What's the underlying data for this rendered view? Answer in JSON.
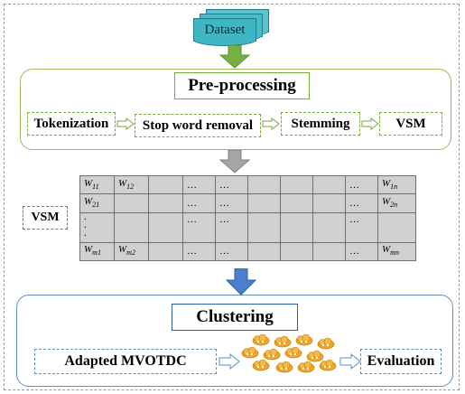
{
  "dataset": {
    "label": "Dataset"
  },
  "preprocessing": {
    "title": "Pre-processing",
    "steps": [
      "Tokenization",
      "Stop word removal",
      "Stemming",
      "VSM"
    ]
  },
  "vsm": {
    "label": "VSM",
    "rows": [
      [
        "W11",
        "W12",
        "",
        "…",
        "…",
        "",
        "",
        "",
        "…",
        "W1n"
      ],
      [
        "W21",
        "",
        "",
        "…",
        "…",
        "",
        "",
        "",
        "…",
        "W2n"
      ],
      [
        "⋮",
        "",
        "",
        "…",
        "…",
        "",
        "",
        "",
        "…",
        ""
      ],
      [
        "Wm1",
        "Wm2",
        "",
        "…",
        "…",
        "",
        "",
        "",
        "…",
        "Wmn"
      ]
    ]
  },
  "clustering": {
    "title": "Clustering",
    "method": "Adapted MVOTDC",
    "evaluation": "Evaluation"
  },
  "colors": {
    "preprocessing_border": "#9bbb59",
    "clustering_border": "#5b8fc7",
    "dataset_fill": "#3fb6c4",
    "arrow_green": "#76b041",
    "arrow_gray": "#a6a6a6",
    "arrow_blue": "#4a7fd0",
    "matrix_fill": "#d0d0d0",
    "cloud_fill": "#f5a623"
  }
}
